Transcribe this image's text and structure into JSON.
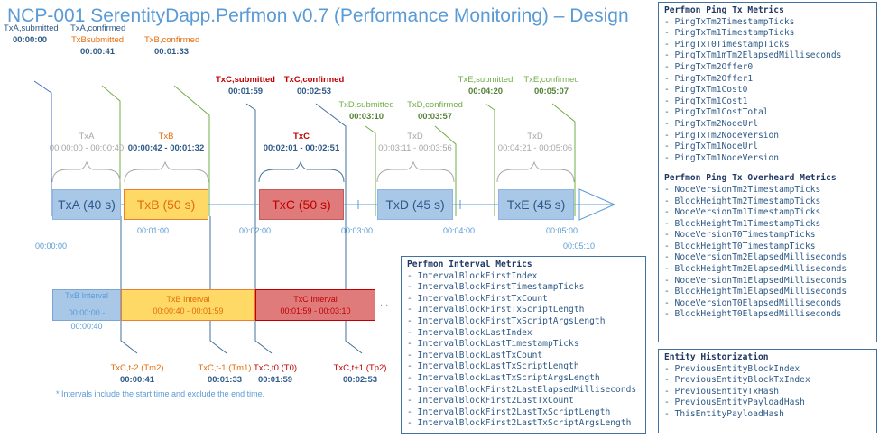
{
  "title": "NCP-001 SerentityDapp.Perfmon v0.7 (Performance Monitoring) – Design",
  "events": {
    "txa_submitted": {
      "label": "TxA,submitted",
      "time": "00:00:00"
    },
    "txa_confirmed": {
      "label": "TxA,confirmed",
      "label2": "TxBsubmitted",
      "time": "00:00:41"
    },
    "txb_confirmed": {
      "label": "TxB,confirmed",
      "time": "00:01:33"
    },
    "txc_submitted": {
      "label": "TxC,submitted",
      "time": "00:01:59"
    },
    "txc_confirmed": {
      "label": "TxC,confirmed",
      "time": "00:02:53"
    },
    "txd_submitted": {
      "label": "TxD,submitted",
      "time": "00:03:10"
    },
    "txd_confirmed": {
      "label": "TxD,confirmed",
      "time": "00:03:57"
    },
    "txe_submitted": {
      "label": "TxE,submitted",
      "time": "00:04:20"
    },
    "txe_confirmed": {
      "label": "TxE,confirmed",
      "time": "00:05:07"
    }
  },
  "spans": [
    {
      "name": "TxA",
      "range": "00:00:00 - 00:00:40"
    },
    {
      "name": "TxB",
      "range": "00:00:42 - 00:01:32"
    },
    {
      "name": "TxC",
      "range": "00:02:01 - 00:02:51"
    },
    {
      "name": "TxD",
      "range": "00:03:11 - 00:03:56"
    },
    {
      "name": "TxD",
      "range": "00:04:21 - 00:05:06"
    }
  ],
  "tx_bars": [
    {
      "label": "TxA (40 s)"
    },
    {
      "label": "TxB (50 s)"
    },
    {
      "label": "TxC (50 s)"
    },
    {
      "label": "TxD (45 s)"
    },
    {
      "label": "TxE (45 s)"
    }
  ],
  "axis_ticks": [
    "00:00:00",
    "00:01:00",
    "00:02:00",
    "00:03:00",
    "00:04:00",
    "00:05:00",
    "00:05:10"
  ],
  "intervals": [
    {
      "name": "TxB Interval",
      "range_a": "00:00:00 -",
      "range_b": "00:00:40"
    },
    {
      "name": "TxB Interval",
      "range": "00:00:40 - 00:01:59"
    },
    {
      "name": "TxC Interval",
      "range": "00:01:59 - 00:03:10"
    }
  ],
  "ellipsis": "...",
  "ping_points": [
    {
      "label": "TxC,t-2 (Tm2)",
      "time": "00:00:41"
    },
    {
      "label": "TxC,t-1 (Tm1)",
      "time": "00:01:33"
    },
    {
      "label": "TxC,t0 (T0)",
      "time": "00:01:59"
    },
    {
      "label": "TxC,t+1 (Tp2)",
      "time": "00:02:53"
    }
  ],
  "footnote": "* Intervals include the start time and exclude the end time.",
  "boxes": {
    "interval_metrics": {
      "header": "Perfmon Interval Metrics",
      "items": [
        "- IntervalBlockFirstIndex",
        "- IntervalBlockFirstTimestampTicks",
        "- IntervalBlockFirstTxCount",
        "- IntervalBlockFirstTxScriptLength",
        "- IntervalBlockFirstTxScriptArgsLength",
        "- IntervalBlockLastIndex",
        "- IntervalBlockLastTimestampTicks",
        "- IntervalBlockLastTxCount",
        "- IntervalBlockLastTxScriptLength",
        "- IntervalBlockLastTxScriptArgsLength",
        "- IntervalBlockFirst2LastElapsedMilliseconds",
        "- IntervalBlockFirst2LastTxCount",
        "- IntervalBlockFirst2LastTxScriptLength",
        "- IntervalBlockFirst2LastTxScriptArgsLength"
      ]
    },
    "ping_tx_metrics": {
      "header": "Perfmon Ping Tx Metrics",
      "items": [
        "- PingTxTm2TimestampTicks",
        "- PingTxTm1TimestampTicks",
        "- PingTxT0TimestampTicks",
        "- PingTxTm1mTm2ElapsedMilliseconds",
        "- PingTxTm2Offer0",
        "- PingTxTm2Offer1",
        "- PingTxTm1Cost0",
        "- PingTxTm1Cost1",
        "- PingTxTm1CostTotal",
        "- PingTxTm2NodeUrl",
        "- PingTxTm2NodeVersion",
        "- PingTxTm1NodeUrl",
        "- PingTxTm1NodeVersion"
      ],
      "header2": "Perfmon Ping Tx Overheard Metrics",
      "items2": [
        "- NodeVersionTm2TimestampTicks",
        "- BlockHeightTm2TimestampTicks",
        "- NodeVersionTm1TimestampTicks",
        "- BlockHeightTm1TimestampTicks",
        "- NodeVersionT0TimestampTicks",
        "- BlockHeightT0TimestampTicks",
        "- NodeVersionTm2ElapsedMilliseconds",
        "- BlockHeightTm2ElapsedMilliseconds",
        "- NodeVersionTm1ElapsedMilliseconds",
        "- BlockHeightTm1ElapsedMilliseconds",
        "- NodeVersionT0ElapsedMilliseconds",
        "- BlockHeightT0ElapsedMilliseconds"
      ]
    },
    "entity_historization": {
      "header": "Entity Historization",
      "items": [
        "- PreviousEntityBlockIndex",
        "- PreviousEntityBlockTxIndex",
        "- PreviousEntityTxHash",
        "- PreviousEntityPayloadHash",
        "- ThisEntityPayloadHash"
      ]
    }
  }
}
